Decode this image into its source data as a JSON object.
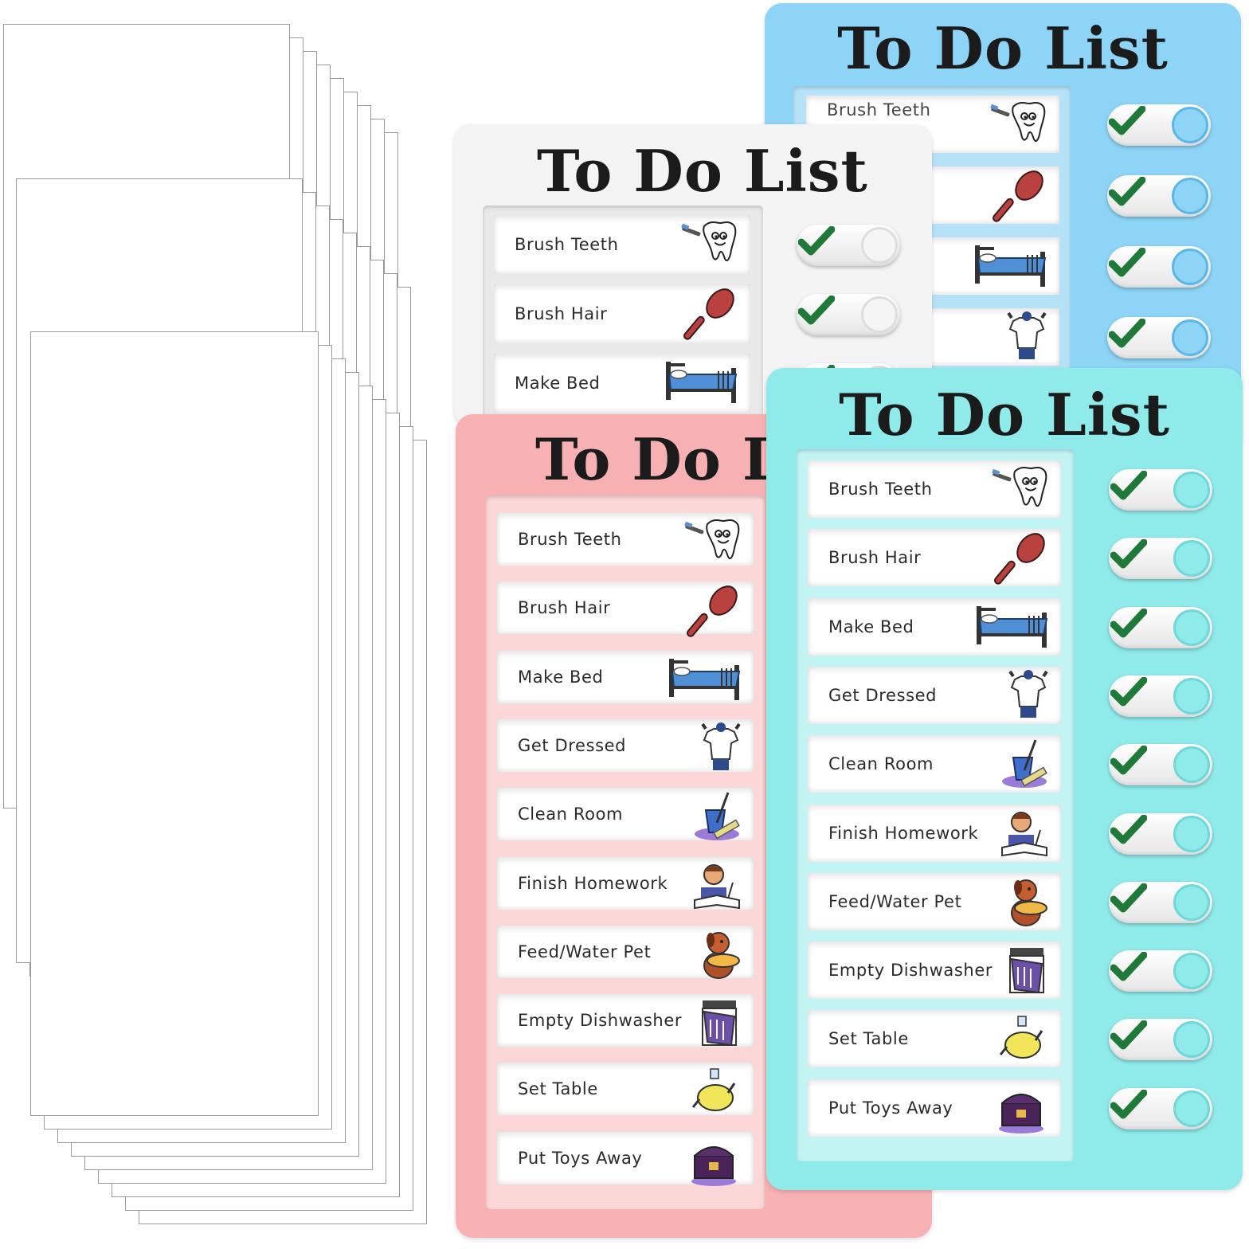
{
  "boards": {
    "blue": {
      "title": "To Do List",
      "color": "#8dd4f7",
      "items": [
        "Brush Teeth"
      ]
    },
    "white": {
      "title": "To Do List",
      "color": "#f4f4f4",
      "items": [
        "Brush Teeth",
        "Brush Hair",
        "Make Bed"
      ]
    },
    "pink": {
      "title": "To Do L",
      "color": "#f7b1b3",
      "items": [
        "Brush Teeth",
        "Brush Hair",
        "Make Bed",
        "Get Dressed",
        "Clean Room",
        "Finish Homework",
        "Feed/Water Pet",
        "Empty Dishwasher",
        "Set Table",
        "Put Toys Away"
      ]
    },
    "teal": {
      "title": "To Do List",
      "color": "#8feaea",
      "items": [
        "Brush Teeth",
        "Brush Hair",
        "Make Bed",
        "Get Dressed",
        "Clean Room",
        "Finish Homework",
        "Feed/Water Pet",
        "Empty Dishwasher",
        "Set Table",
        "Put Toys Away"
      ]
    }
  },
  "icons": [
    "tooth-icon",
    "hairbrush-icon",
    "bed-icon",
    "shirt-icon",
    "bucket-mop-icon",
    "homework-icon",
    "dog-icon",
    "dishwasher-icon",
    "plate-icon",
    "toy-chest-icon"
  ],
  "check_color": "#1f7a3a"
}
